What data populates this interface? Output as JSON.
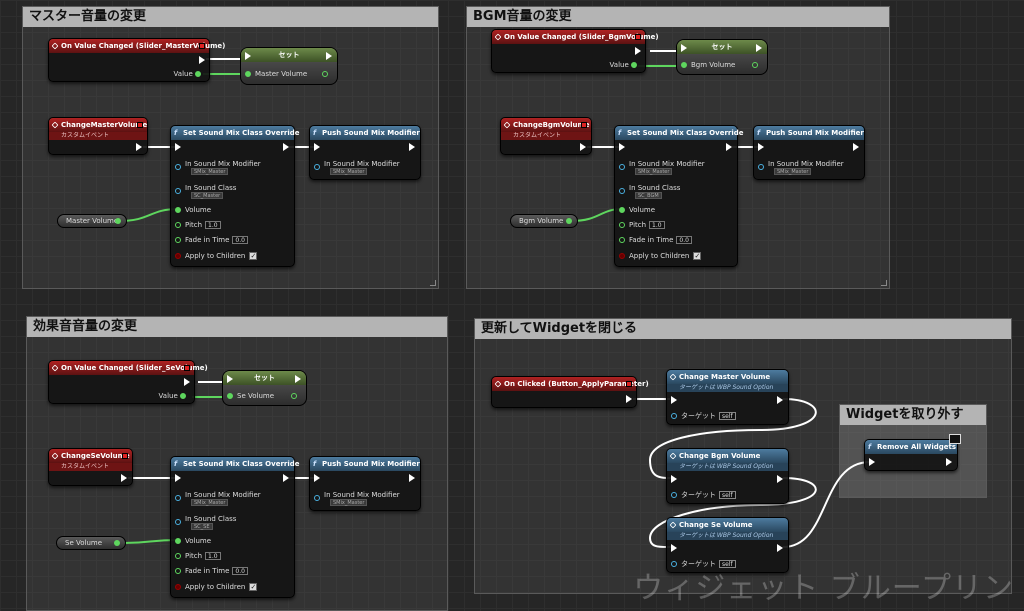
{
  "comments": {
    "master": "マスター音量の変更",
    "bgm": "BGM音量の変更",
    "se": "効果音音量の変更",
    "update": "更新してWidgetを閉じる",
    "remove": "Widgetを取り外す"
  },
  "master": {
    "event": "On Value Changed (Slider_MasterVolume)",
    "value_pin": "Value",
    "set_title": "セット",
    "set_var": "Master Volume",
    "custom_event": "ChangeMasterVolume",
    "custom_sub": "カスタムイベント",
    "var_node": "Master Volume"
  },
  "bgm": {
    "event": "On Value Changed (Slider_BgmVolume)",
    "value_pin": "Value",
    "set_title": "セット",
    "set_var": "Bgm Volume",
    "custom_event": "ChangeBgmVolume",
    "custom_sub": "カスタムイベント",
    "var_node": "Bgm Volume"
  },
  "se": {
    "event": "On Value Changed (Slider_SeVolume)",
    "value_pin": "Value",
    "set_title": "セット",
    "set_var": "Se Volume",
    "custom_event": "ChangeSeVolume",
    "custom_sub": "カスタムイベント",
    "var_node": "Se Volume"
  },
  "override": {
    "title": "Set Sound Mix Class Override",
    "mix_modifier": "In Sound Mix Modifier",
    "sound_class": "In Sound Class",
    "volume": "Volume",
    "pitch": "Pitch",
    "pitch_value": "1.0",
    "fade": "Fade in Time",
    "fade_value": "0.0",
    "apply": "Apply to Children",
    "mix_value": "SMix_Master",
    "class_master": "SC_Master",
    "class_bgm": "SC_BGM",
    "class_se": "SC_SE"
  },
  "push": {
    "title": "Push Sound Mix Modifier",
    "mix_modifier": "In Sound Mix Modifier",
    "mix_value": "SMix_Master"
  },
  "update": {
    "event": "On Clicked (Button_ApplyParameter)",
    "call_master": "Change Master Volume",
    "call_bgm": "Change Bgm Volume",
    "call_se": "Change Se Volume",
    "call_sub": "ターゲットは WBP Sound Option",
    "target": "ターゲット",
    "self": "self",
    "remove": "Remove All Widgets"
  },
  "watermark": "ウィジェット ブループリン",
  "colors": {
    "exec": "#ffffff",
    "float": "#5ed65e",
    "object": "#4ab0e0"
  }
}
